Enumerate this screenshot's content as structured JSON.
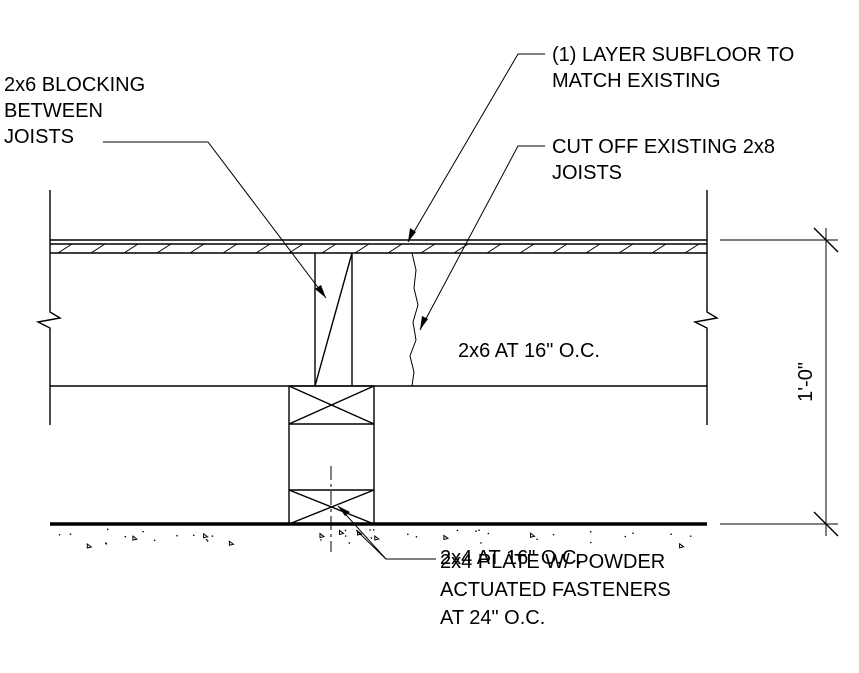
{
  "notes": {
    "blocking": [
      "2x6 BLOCKING",
      "BETWEEN",
      "JOISTS"
    ],
    "subfloor": [
      "(1) LAYER SUBFLOOR TO",
      "MATCH EXISTING"
    ],
    "cut_off": [
      "CUT OFF EXISTING 2x8",
      "JOISTS"
    ],
    "joists": "2x6 AT 16\" O.C.",
    "studs": "2x4 AT 16\" O.C.",
    "plate": [
      "2x4 PLATE W/ POWDER",
      "ACTUATED FASTENERS",
      "AT 24\" O.C."
    ]
  },
  "dimension": {
    "height": "1'-0\""
  }
}
